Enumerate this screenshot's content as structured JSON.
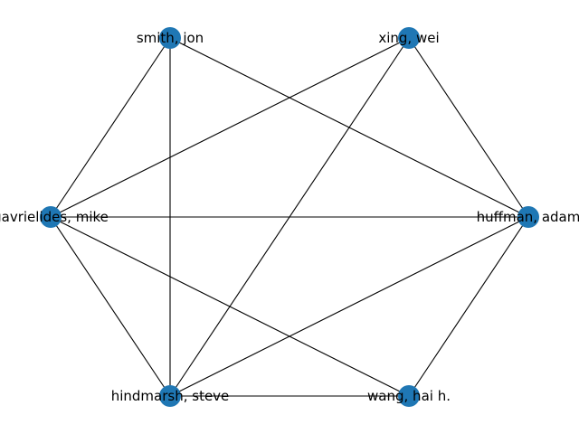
{
  "graph": {
    "type": "network",
    "node_color": "#1f77b4",
    "edge_color": "#000000",
    "nodes": [
      {
        "id": "smith",
        "label": "smith, jon"
      },
      {
        "id": "xing",
        "label": "xing, wei"
      },
      {
        "id": "gavrielides",
        "label": "gavrielides, mike"
      },
      {
        "id": "huffman",
        "label": "huffman, adam"
      },
      {
        "id": "hindmarsh",
        "label": "hindmarsh, steve"
      },
      {
        "id": "wang",
        "label": "wang, hai h."
      }
    ],
    "edges": [
      [
        "smith",
        "gavrielides"
      ],
      [
        "smith",
        "hindmarsh"
      ],
      [
        "smith",
        "huffman"
      ],
      [
        "xing",
        "gavrielides"
      ],
      [
        "xing",
        "hindmarsh"
      ],
      [
        "xing",
        "huffman"
      ],
      [
        "gavrielides",
        "huffman"
      ],
      [
        "gavrielides",
        "hindmarsh"
      ],
      [
        "gavrielides",
        "wang"
      ],
      [
        "huffman",
        "hindmarsh"
      ],
      [
        "huffman",
        "wang"
      ],
      [
        "hindmarsh",
        "wang"
      ]
    ]
  }
}
